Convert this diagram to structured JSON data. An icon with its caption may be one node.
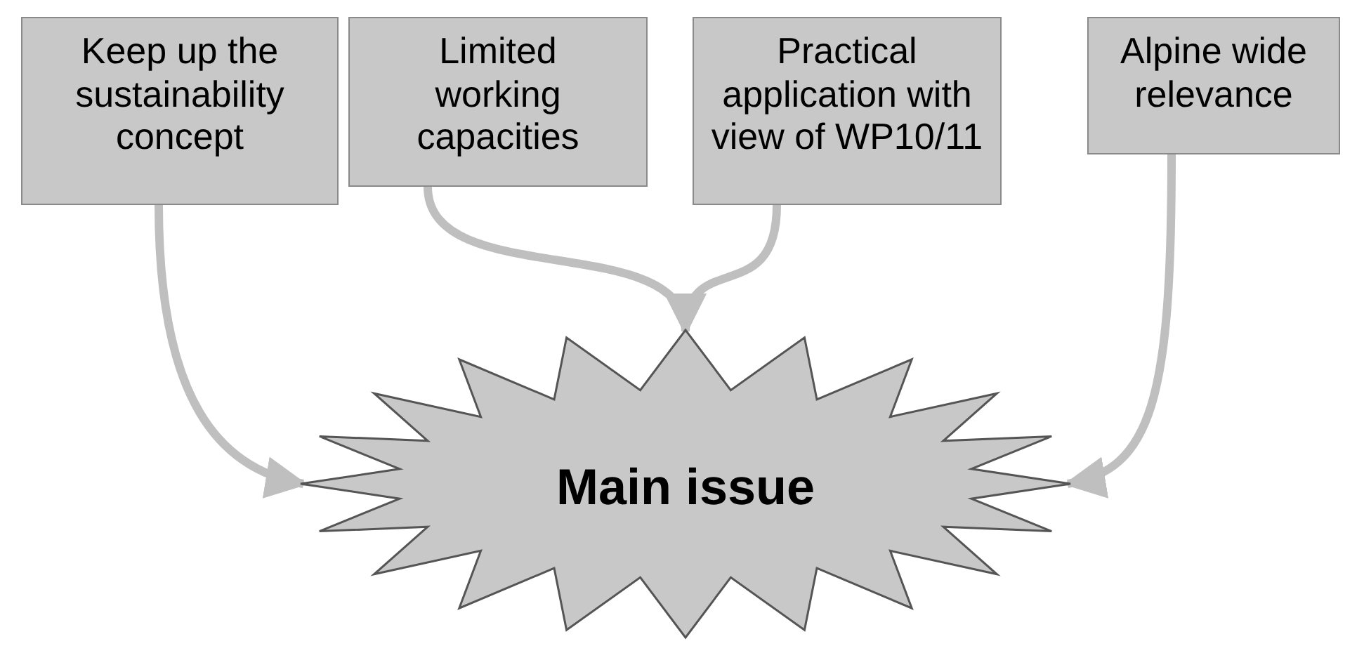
{
  "diagram": {
    "nodes": [
      {
        "text": [
          "Keep up the sustainability concept"
        ]
      },
      {
        "text": [
          "Limited working capacities"
        ]
      },
      {
        "text": [
          "Practical application with view of WP10/11"
        ]
      },
      {
        "text": [
          "Alpine wide relevance"
        ]
      },
      {
        "text": [
          "Main issue"
        ]
      }
    ],
    "edges": [
      {
        "from": 0,
        "to": 4,
        "arrow": "to"
      },
      {
        "from": 1,
        "to": 4,
        "arrow": "to"
      },
      {
        "from": 2,
        "to": 4,
        "arrow": "to"
      },
      {
        "from": 3,
        "to": 4,
        "arrow": "to"
      }
    ]
  }
}
